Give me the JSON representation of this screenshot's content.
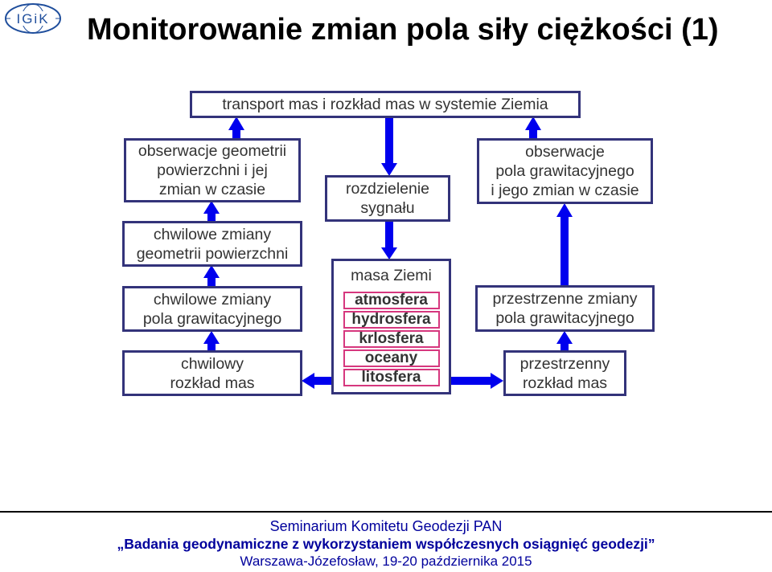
{
  "logo": {
    "text": "IGiK"
  },
  "title": "Monitorowanie zmian pola siły ciężkości (1)",
  "diagram": {
    "top_box": "transport mas i rozkład mas w systemie Ziemia",
    "left": {
      "obs_geometry": [
        "obserwacje geometrii",
        "powierzchni i jej",
        "zmian w czasie"
      ],
      "instant_geometry": [
        "chwilowe zmiany",
        "geometrii powierzchni"
      ],
      "instant_gravity": [
        "chwilowe zmiany",
        "pola grawitacyjnego"
      ],
      "instant_mass": [
        "chwilowy",
        "rozkład mas"
      ]
    },
    "center": {
      "signal_separation": [
        "rozdzielenie",
        "sygnału"
      ],
      "earth_mass_title": "masa Ziemi",
      "layers": [
        "atmosfera",
        "hydrosfera",
        "krlosfera",
        "oceany",
        "litosfera"
      ]
    },
    "right": {
      "obs_gravity": [
        "obserwacje",
        "pola grawitacyjnego",
        "i jego zmian w czasie"
      ],
      "spatial_gravity": [
        "przestrzenne zmiany",
        "pola grawitacyjnego"
      ],
      "spatial_mass": [
        "przestrzenny",
        "rozkład mas"
      ]
    },
    "colors": {
      "box_border": "#33337a",
      "arrow": "#0000ee",
      "layer_border": "#d6377e",
      "text": "#333333"
    }
  },
  "footer": {
    "line1": "Seminarium Komitetu Geodezji PAN",
    "line2": "„Badania geodynamiczne z wykorzystaniem współczesnych osiągnięć geodezji”",
    "line3": "Warszawa-Józefosław, 19-20 października 2015"
  }
}
